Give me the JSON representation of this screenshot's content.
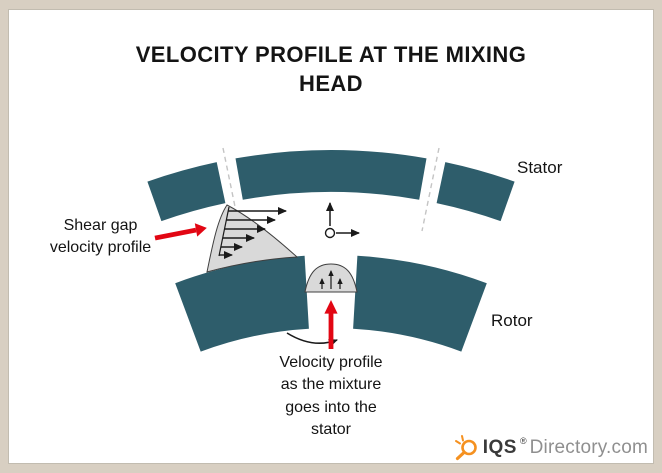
{
  "title": "VELOCITY PROFILE AT THE MIXING\nHEAD",
  "diagram": {
    "stator_label": "Stator",
    "rotor_label": "Rotor",
    "shear_gap_label": "Shear gap\nvelocity profile",
    "inlet_label": "Velocity profile\nas the mixture\ngoes into the\nstator"
  },
  "logo": {
    "name": "IQS",
    "registered": "®",
    "suffix": "Directory.com"
  },
  "colors": {
    "frame_bg": "#d8cfc2",
    "panel_bg": "#ffffff",
    "block": "#2e5d6b",
    "red": "#e20613",
    "profile_fill": "#d9d9d9",
    "profile_stroke": "#3f3f3f",
    "dash": "#c4c4c4",
    "ink": "#141414",
    "label_gray": "#8f8f8f",
    "logo_orange": "#f59120",
    "logo_dark": "#3a3a3a"
  }
}
